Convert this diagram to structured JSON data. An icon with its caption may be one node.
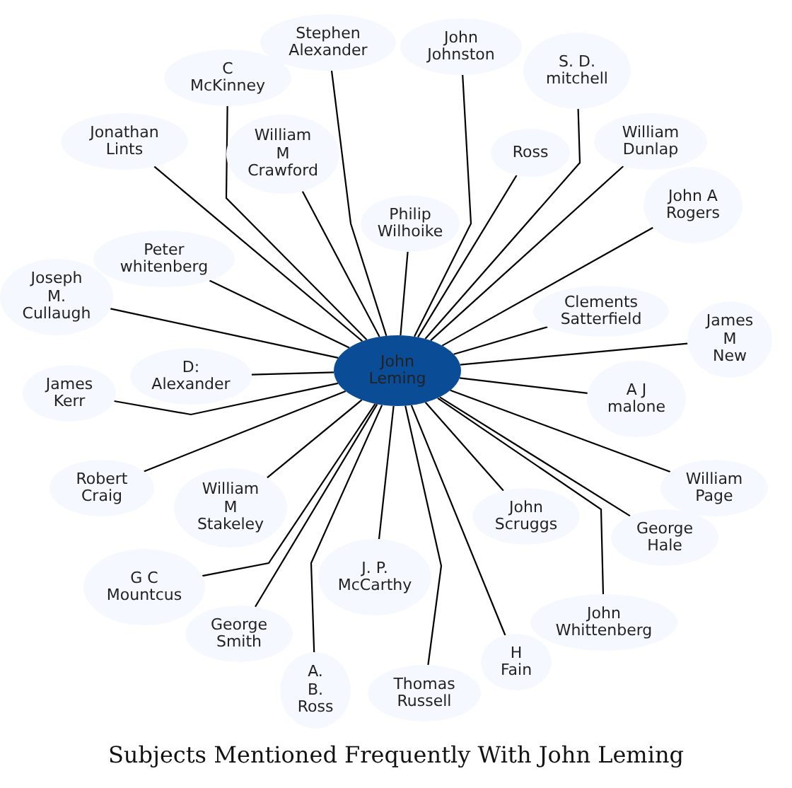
{
  "diagram": {
    "title": "Subjects Mentioned Frequently With John Leming",
    "nodes": [
      {
        "text": [
          "John Leming"
        ]
      },
      {
        "text": [
          "Stephen Alexander"
        ]
      },
      {
        "text": [
          "John Johnston"
        ]
      },
      {
        "text": [
          "S. D. mitchell"
        ]
      },
      {
        "text": [
          "C McKinney"
        ]
      },
      {
        "text": [
          "William M Crawford"
        ]
      },
      {
        "text": [
          "Ross"
        ]
      },
      {
        "text": [
          "William Dunlap"
        ]
      },
      {
        "text": [
          "Jonathan Lints"
        ]
      },
      {
        "text": [
          "Philip Wilhoike"
        ]
      },
      {
        "text": [
          "John A Rogers"
        ]
      },
      {
        "text": [
          "Peter whitenberg"
        ]
      },
      {
        "text": [
          "Joseph M. Cullaugh"
        ]
      },
      {
        "text": [
          "Clements Satterfield"
        ]
      },
      {
        "text": [
          "James M New"
        ]
      },
      {
        "text": [
          "D: Alexander"
        ]
      },
      {
        "text": [
          "James Kerr"
        ]
      },
      {
        "text": [
          "A J malone"
        ]
      },
      {
        "text": [
          "William Page"
        ]
      },
      {
        "text": [
          "Robert Craig"
        ]
      },
      {
        "text": [
          "William M Stakeley"
        ]
      },
      {
        "text": [
          "John Scruggs"
        ]
      },
      {
        "text": [
          "George Hale"
        ]
      },
      {
        "text": [
          "G C Mountcus"
        ]
      },
      {
        "text": [
          "J. P. McCarthy"
        ]
      },
      {
        "text": [
          "John Whittenberg"
        ]
      },
      {
        "text": [
          "George Smith"
        ]
      },
      {
        "text": [
          "H Fain"
        ]
      },
      {
        "text": [
          "Thomas Russell"
        ]
      },
      {
        "text": [
          "A. B. Ross"
        ]
      }
    ],
    "edges": [
      {
        "from": 0,
        "to": 1,
        "arrow": "none"
      },
      {
        "from": 0,
        "to": 2,
        "arrow": "none"
      },
      {
        "from": 0,
        "to": 3,
        "arrow": "none"
      },
      {
        "from": 0,
        "to": 4,
        "arrow": "none"
      },
      {
        "from": 0,
        "to": 5,
        "arrow": "none"
      },
      {
        "from": 0,
        "to": 6,
        "arrow": "none"
      },
      {
        "from": 0,
        "to": 7,
        "arrow": "none"
      },
      {
        "from": 0,
        "to": 8,
        "arrow": "none"
      },
      {
        "from": 0,
        "to": 9,
        "arrow": "none"
      },
      {
        "from": 0,
        "to": 10,
        "arrow": "none"
      },
      {
        "from": 0,
        "to": 11,
        "arrow": "none"
      },
      {
        "from": 0,
        "to": 12,
        "arrow": "none"
      },
      {
        "from": 0,
        "to": 13,
        "arrow": "none"
      },
      {
        "from": 0,
        "to": 14,
        "arrow": "none"
      },
      {
        "from": 0,
        "to": 15,
        "arrow": "none"
      },
      {
        "from": 0,
        "to": 16,
        "arrow": "none"
      },
      {
        "from": 0,
        "to": 17,
        "arrow": "none"
      },
      {
        "from": 0,
        "to": 18,
        "arrow": "none"
      },
      {
        "from": 0,
        "to": 19,
        "arrow": "none"
      },
      {
        "from": 0,
        "to": 20,
        "arrow": "none"
      },
      {
        "from": 0,
        "to": 21,
        "arrow": "none"
      },
      {
        "from": 0,
        "to": 22,
        "arrow": "none"
      },
      {
        "from": 0,
        "to": 23,
        "arrow": "none"
      },
      {
        "from": 0,
        "to": 24,
        "arrow": "none"
      },
      {
        "from": 0,
        "to": 25,
        "arrow": "none"
      },
      {
        "from": 0,
        "to": 26,
        "arrow": "none"
      },
      {
        "from": 0,
        "to": 27,
        "arrow": "none"
      },
      {
        "from": 0,
        "to": 28,
        "arrow": "none"
      },
      {
        "from": 0,
        "to": 29,
        "arrow": "none"
      }
    ]
  }
}
